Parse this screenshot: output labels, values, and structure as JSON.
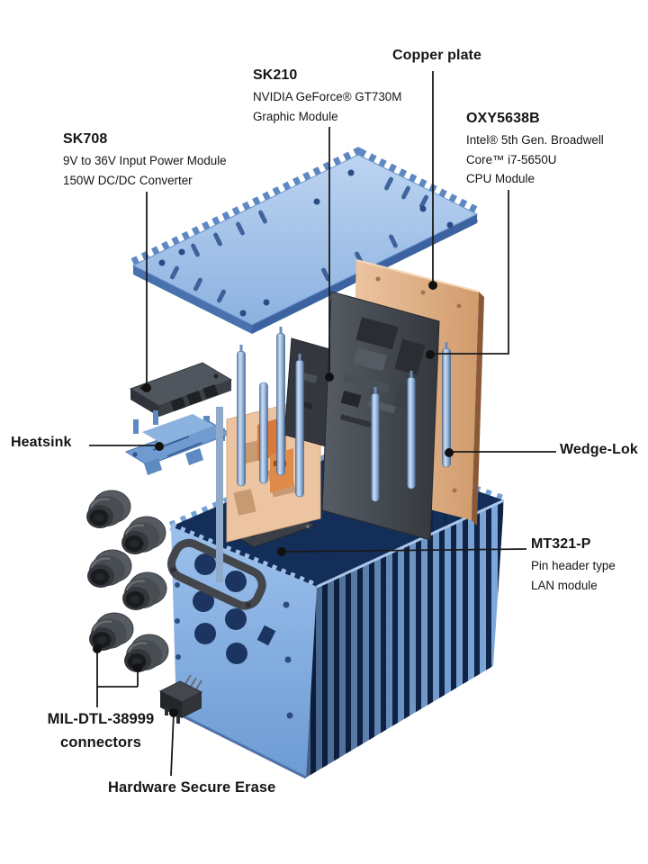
{
  "labels": {
    "copper_plate": {
      "title": "Copper plate"
    },
    "sk210": {
      "title": "SK210",
      "line1": "NVIDIA GeForce® GT730M",
      "line2": "Graphic Module"
    },
    "oxy5638b": {
      "title": "OXY5638B",
      "line1": "Intel® 5th Gen. Broadwell",
      "line2": "Core™ i7-5650U",
      "line3": "CPU Module"
    },
    "sk708": {
      "title": "SK708",
      "line1": "9V to 36V Input Power Module",
      "line2": "150W DC/DC Converter"
    },
    "heatsink": {
      "title": "Heatsink"
    },
    "wedge_lok": {
      "title": "Wedge-Lok"
    },
    "mt321p": {
      "title": "MT321-P",
      "line1": "Pin header type",
      "line2": "LAN module"
    },
    "mil_connectors": {
      "line1": "MIL-DTL-38999",
      "line2": "connectors"
    },
    "secure_erase": {
      "title": "Hardware Secure Erase"
    }
  },
  "colors": {
    "background": "#ffffff",
    "chassis_blue": "#8fb8e6",
    "plate_blue": "#a9c6ea",
    "chassis_navy": "#142e5a",
    "copper": "#e2b593",
    "module_gray": "#41464d",
    "connector_gray": "#45494e",
    "leader_line": "#1a1a1a"
  }
}
